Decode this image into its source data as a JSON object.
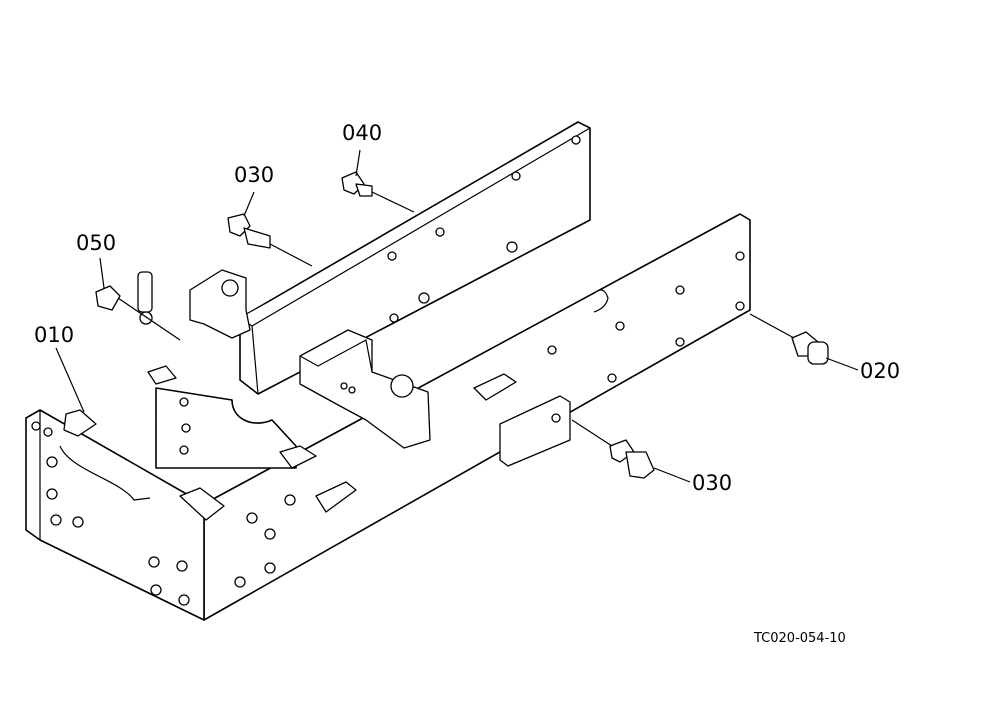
{
  "callouts": {
    "c010": "010",
    "c020": "020",
    "c030_top": "030",
    "c030_bottom": "030",
    "c040": "040",
    "c050": "050"
  },
  "drawing_code": "TC020-054-10"
}
